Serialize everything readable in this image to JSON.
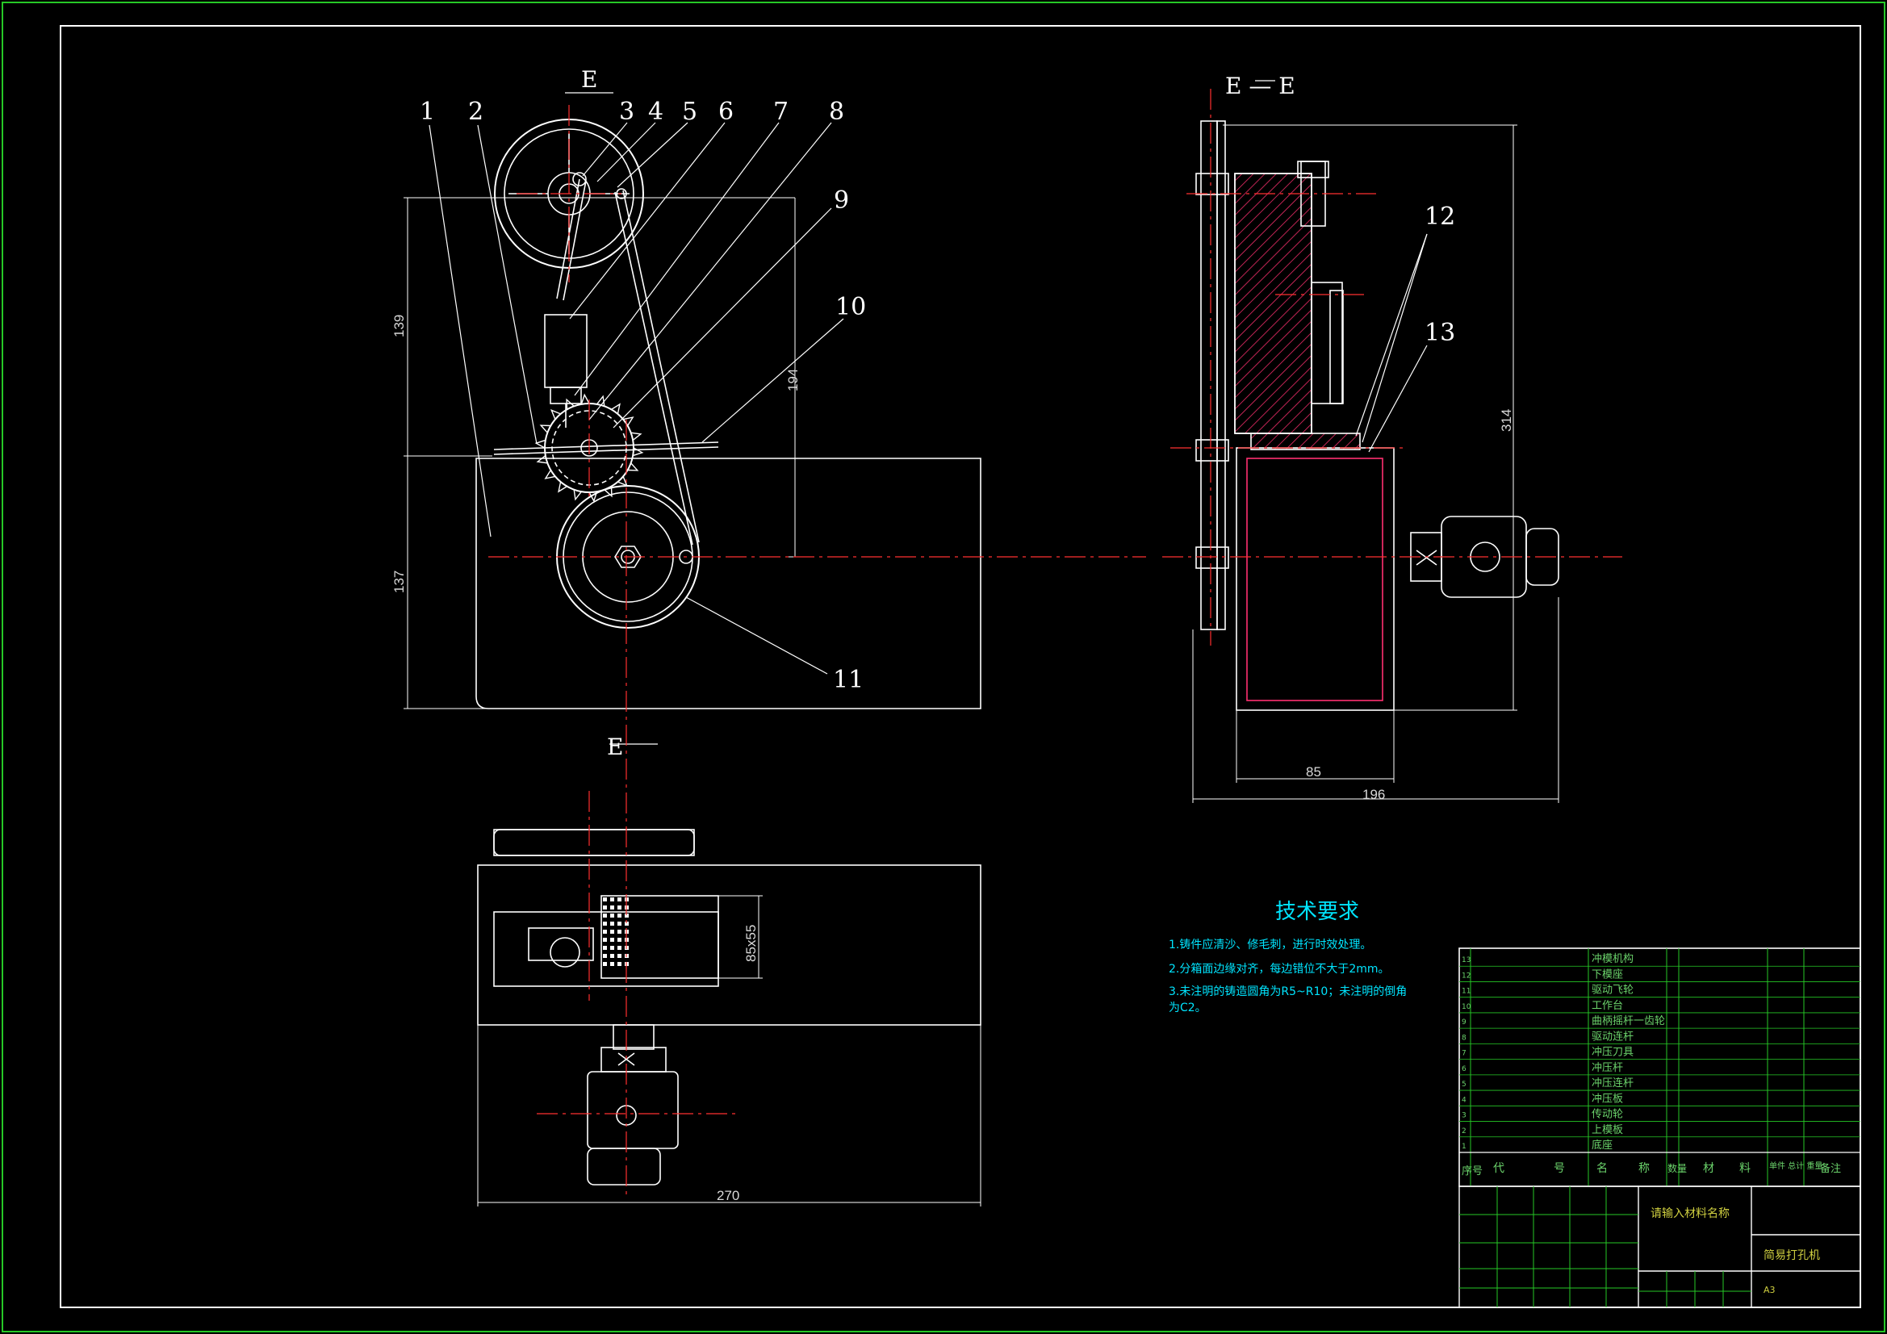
{
  "section_labels": {
    "cut_top": "E",
    "cut_bottom": "E",
    "section_title": "E — E"
  },
  "part_numbers": [
    "1",
    "2",
    "3",
    "4",
    "5",
    "6",
    "7",
    "8",
    "9",
    "10",
    "11",
    "12",
    "13"
  ],
  "dimensions": {
    "front_h1": "139",
    "front_h2": "137",
    "front_h3": "194",
    "side_h": "314",
    "side_w1": "85",
    "side_w2": "196",
    "plan_w": "270",
    "plan_slot": "85x55"
  },
  "notes": {
    "title": "技术要求",
    "items": [
      "1.铸件应清沙、修毛刺，进行时效处理。",
      "2.分箱面边缘对齐，每边错位不大于2mm。",
      "3.未注明的铸造圆角为R5~R10；未注明的倒角"
    ],
    "item3_cont": "为C2。"
  },
  "bom": {
    "rows": [
      {
        "no": "13",
        "name": "冲模机构"
      },
      {
        "no": "12",
        "name": "下模座"
      },
      {
        "no": "11",
        "name": "驱动飞轮"
      },
      {
        "no": "10",
        "name": "工作台"
      },
      {
        "no": "9",
        "name": "曲柄摇杆一齿轮"
      },
      {
        "no": "8",
        "name": "驱动连杆"
      },
      {
        "no": "7",
        "name": "冲压刀具"
      },
      {
        "no": "6",
        "name": "冲压杆"
      },
      {
        "no": "5",
        "name": "冲压连杆"
      },
      {
        "no": "4",
        "name": "冲压板"
      },
      {
        "no": "3",
        "name": "传动轮"
      },
      {
        "no": "2",
        "name": "上模板"
      },
      {
        "no": "1",
        "name": "底座"
      }
    ],
    "header": [
      "序号",
      "代",
      "号",
      "名",
      "称",
      "数量",
      "材",
      "料",
      "单件 总计 重量",
      "备注"
    ]
  },
  "title_block": {
    "material": "请输入材料名称",
    "name": "简易打孔机",
    "scale": "A3"
  },
  "colors": {
    "frame": "#26c826",
    "line": "#ffffff",
    "center": "#ff3030",
    "hatch": "#ff3070",
    "text": "#00e5ff"
  }
}
